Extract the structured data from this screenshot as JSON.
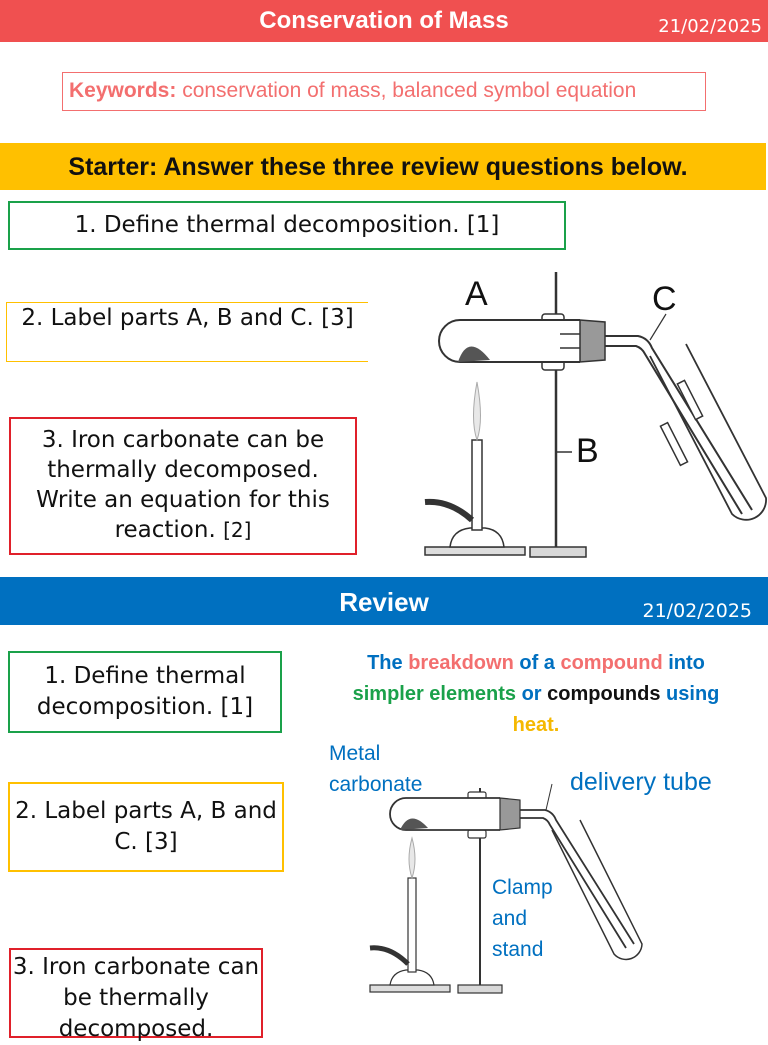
{
  "slide1": {
    "title": "Conservation of Mass",
    "date": "21/02/2025",
    "keywords_label": "Keywords:",
    "keywords_text": " conservation of mass, balanced symbol equation",
    "starter": "Starter: Answer these three review questions below.",
    "q1": "1. Define thermal decomposition. [1]",
    "q2": "2. Label parts A, B and C. [3]",
    "q3_main": "3. Iron carbonate can be thermally decomposed. Write an equation for this reaction.",
    "q3_marks": "[2]",
    "label_a": "A",
    "label_b": "B",
    "label_c": "C"
  },
  "slide2": {
    "title": "Review",
    "date": "21/02/2025",
    "q1": "1. Define thermal decomposition. [1]",
    "q2": "2. Label parts A, B and C. [3]",
    "q3": "3. Iron carbonate can be thermally decomposed.",
    "answer": {
      "w1": "The ",
      "w2": "breakdown",
      "w3": " of a ",
      "w4": "compound",
      "w5": " into",
      "w6": "simpler elements",
      "w7": " or ",
      "w8": "compounds",
      "w9": " using",
      "w10": "heat."
    },
    "label_metal": "Metal carbonate",
    "label_delivery": "delivery tube",
    "label_clamp_1": "Clamp",
    "label_clamp_2": "and",
    "label_clamp_3": "stand"
  },
  "colors": {
    "red_bar": "#f05050",
    "yellow_bar": "#ffc000",
    "blue_bar": "#0070c0",
    "green_border": "#1aa14a",
    "yellow_border": "#ffc000",
    "red_border": "#e0202a",
    "salmon": "#f36f6f",
    "blue_text": "#0070c0",
    "green_text": "#1aa14a",
    "gold_text": "#f5b800"
  },
  "icons": [
    "bunsen-burner-icon",
    "test-tube-icon",
    "clamp-stand-icon",
    "delivery-tube-icon"
  ]
}
